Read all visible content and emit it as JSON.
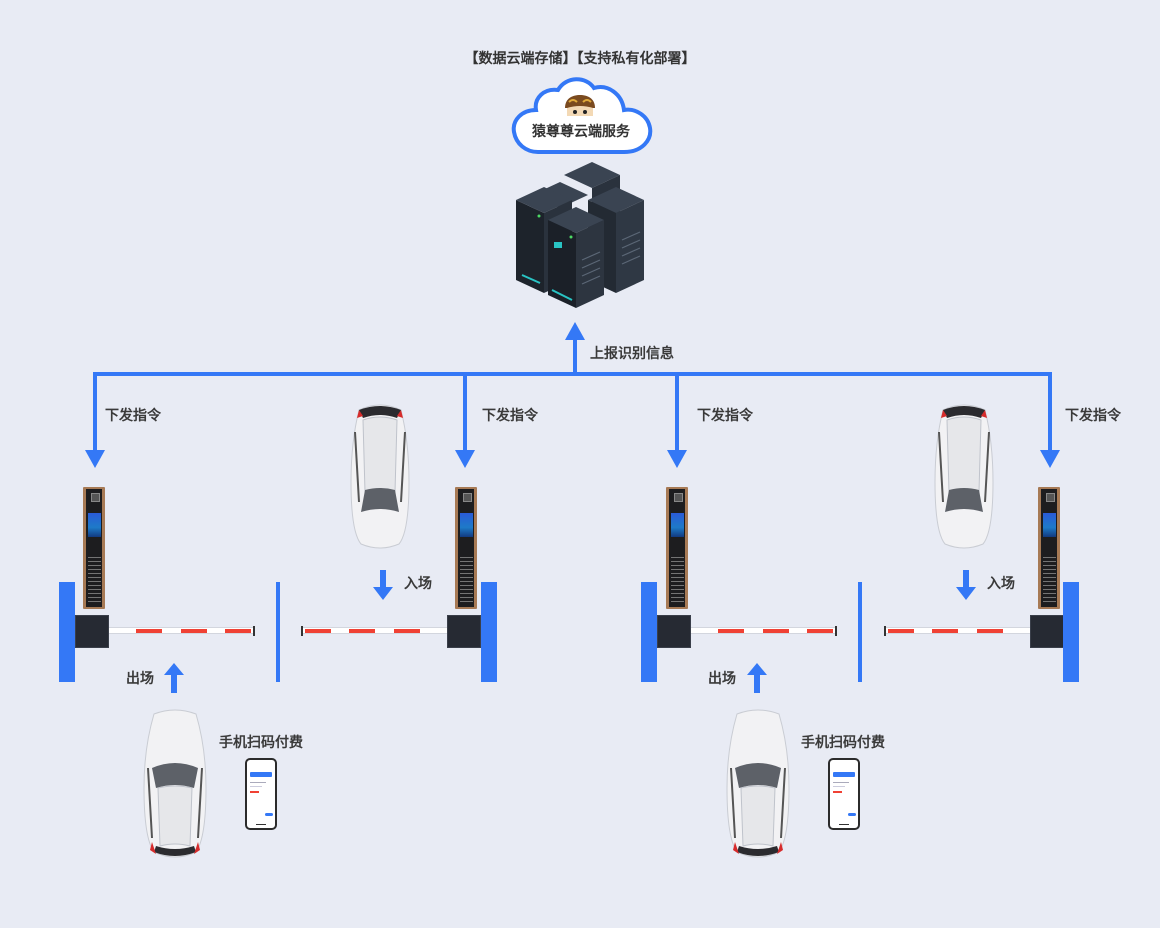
{
  "header": {
    "features": "【数据云端存储】【支持私有化部署】"
  },
  "cloud": {
    "label": "猿尊尊云端服务",
    "icon": "monkey-logo-icon"
  },
  "server": {
    "icon": "server-rack-icon"
  },
  "uplink": {
    "label": "上报识别信息"
  },
  "commands": [
    {
      "label": "下发指令"
    },
    {
      "label": "下发指令"
    },
    {
      "label": "下发指令"
    },
    {
      "label": "下发指令"
    }
  ],
  "lanes": [
    {
      "exit": {
        "label": "出场",
        "payment_label": "手机扫码付费"
      },
      "entry": {
        "label": "入场"
      }
    },
    {
      "exit": {
        "label": "出场",
        "payment_label": "手机扫码付费"
      },
      "entry": {
        "label": "入场"
      }
    }
  ],
  "colors": {
    "accent": "#3478f6",
    "background": "#e8ebf4",
    "barrier_stripe": "#f04134",
    "gate_box": "#262a33"
  }
}
